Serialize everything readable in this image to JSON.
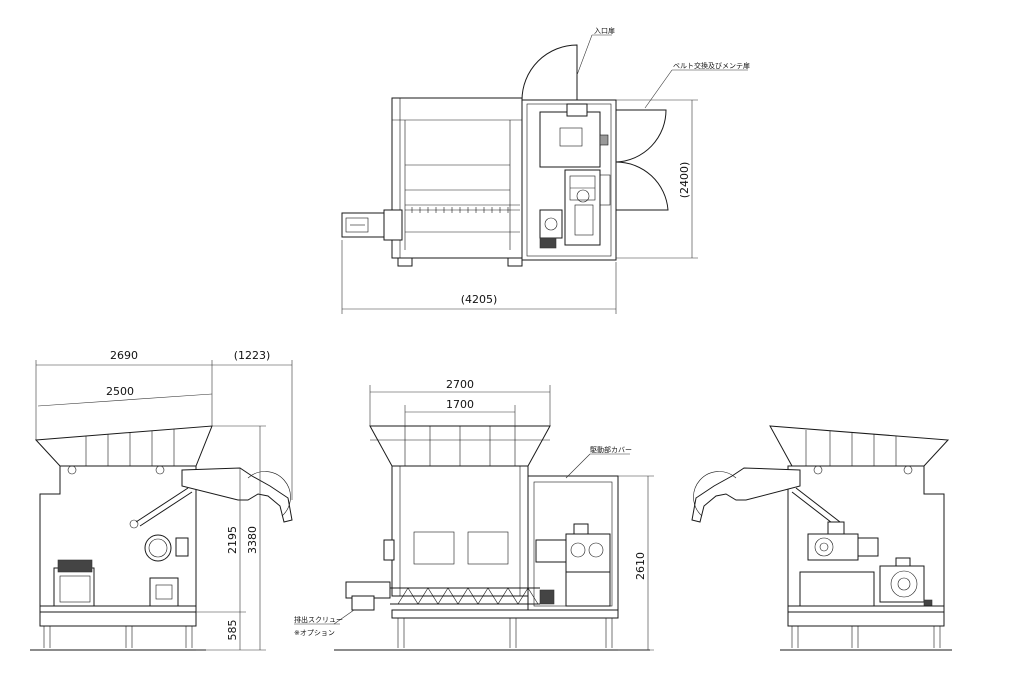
{
  "dimensions": {
    "top_width": "(4205)",
    "top_depth": "(2400)",
    "side_width": "2690",
    "side_hopper_width": "2500",
    "side_chute_extension": "(1223)",
    "side_total_height": "3380",
    "side_upper_height": "2195",
    "side_leg_height": "585",
    "front_width": "2700",
    "front_inner_width": "1700",
    "front_cover_height": "2610"
  },
  "notes": {
    "inlet_door": "入口扉",
    "belt_maintenance_door": "ベルト交換及びメンテ扉",
    "drive_cover": "駆動部カバー",
    "discharge_screw": "排出スクリュー",
    "option": "※オプション"
  }
}
